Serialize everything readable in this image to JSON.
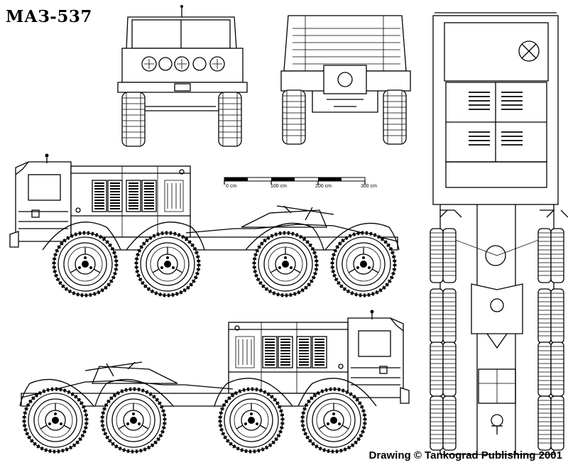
{
  "title": "МАЗ-537",
  "credit": "Drawing © Tankograd Publishing 2001",
  "scale_bar": {
    "labels": [
      "0 cm",
      "100 cm",
      "200 cm",
      "300 cm"
    ]
  },
  "views": [
    "front-view",
    "rear-view",
    "top-view",
    "left-side-view",
    "right-side-view"
  ]
}
